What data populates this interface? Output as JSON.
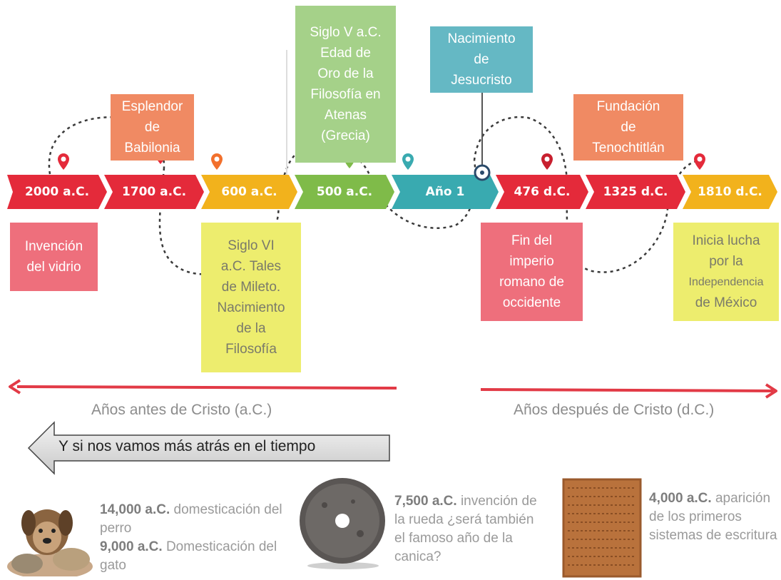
{
  "timeline": {
    "segments": [
      {
        "label": "2000 a.C.",
        "color": "#e42a3a"
      },
      {
        "label": "1700 a.C.",
        "color": "#e42a3a"
      },
      {
        "label": "600 a.C.",
        "color": "#f2b21c"
      },
      {
        "label": "500 a.C.",
        "color": "#7fbb49"
      },
      {
        "label": "Año 1",
        "color": "#39aab0"
      },
      {
        "label": "476 d.C.",
        "color": "#e42a3a"
      },
      {
        "label": "1325 d.C.",
        "color": "#e42a3a"
      },
      {
        "label": "1810 d.C.",
        "color": "#f2b21c"
      }
    ],
    "events_top": [
      {
        "lines": [
          "Esplendor",
          "de",
          "Babilonia"
        ],
        "color": "#f08a63"
      },
      {
        "lines": [
          "Siglo V a.C.",
          "Edad de",
          "Oro de la",
          "Filosofía en",
          "Atenas",
          "(Grecia)"
        ],
        "color": "#a5d189"
      },
      {
        "lines": [
          "Nacimiento",
          "de",
          "Jesucristo"
        ],
        "color": "#65b8c4"
      },
      {
        "lines": [
          "Fundación",
          "de",
          "Tenochtitlán"
        ],
        "color": "#f08a63"
      }
    ],
    "events_bottom": [
      {
        "lines": [
          "Invención",
          "del vidrio"
        ],
        "color": "#ee6f7c"
      },
      {
        "lines": [
          "Siglo VI",
          "a.C. Tales",
          "de Mileto.",
          "Nacimiento",
          "de la",
          "Filosofía"
        ],
        "color": "#eded6e"
      },
      {
        "lines": [
          "Fin del",
          "imperio",
          "romano de",
          "occidente"
        ],
        "color": "#ee6f7c"
      },
      {
        "lines": [
          "Inicia lucha",
          "por la",
          "Independencia",
          "de México"
        ],
        "color": "#eded6e"
      }
    ]
  },
  "eras": {
    "before": "Años antes de Cristo (a.C.)",
    "after": "Años después de Cristo (d.C.)"
  },
  "back_arrow": {
    "label": "Y si nos vamos más atrás en el tiempo"
  },
  "items": [
    {
      "year": "14,000 a.C.",
      "text": " domesticación del perro",
      "year2": "9,000 a.C.",
      "text2": " Domesticación del gato",
      "image": "dog-and-cat"
    },
    {
      "year": "7,500 a.C.",
      "text": " invención de la rueda ¿será también el famoso año de la canica?",
      "image": "stone-wheel"
    },
    {
      "year": "4,000 a.C.",
      "text": " aparición de los primeros sistemas de escritura",
      "image": "clay-tablet"
    }
  ]
}
